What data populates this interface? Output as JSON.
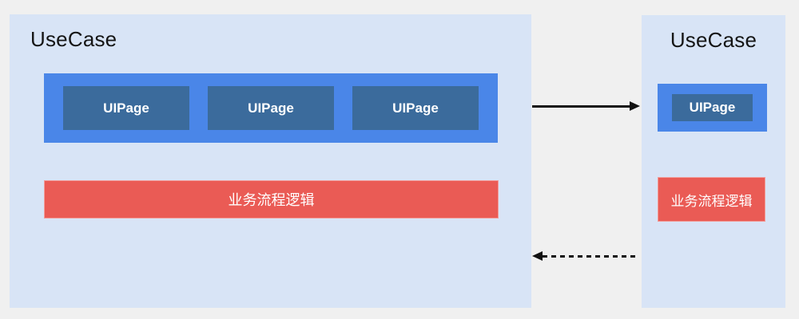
{
  "colors": {
    "page_background": "#f0f0f0",
    "container_background": "#d8e4f6",
    "page_frame_blue": "#4a86e8",
    "page_box_blue": "#3b6b9c",
    "logic_red": "#ea5b55",
    "arrow_black": "#111111",
    "title_text": "#151515",
    "box_text": "#ffffff"
  },
  "left_usecase": {
    "title": "UseCase",
    "pages": [
      "UIPage",
      "UIPage",
      "UIPage"
    ],
    "logic_label": "业务流程逻辑"
  },
  "right_usecase": {
    "title": "UseCase",
    "pages": [
      "UIPage"
    ],
    "logic_label": "业务流程逻辑"
  }
}
